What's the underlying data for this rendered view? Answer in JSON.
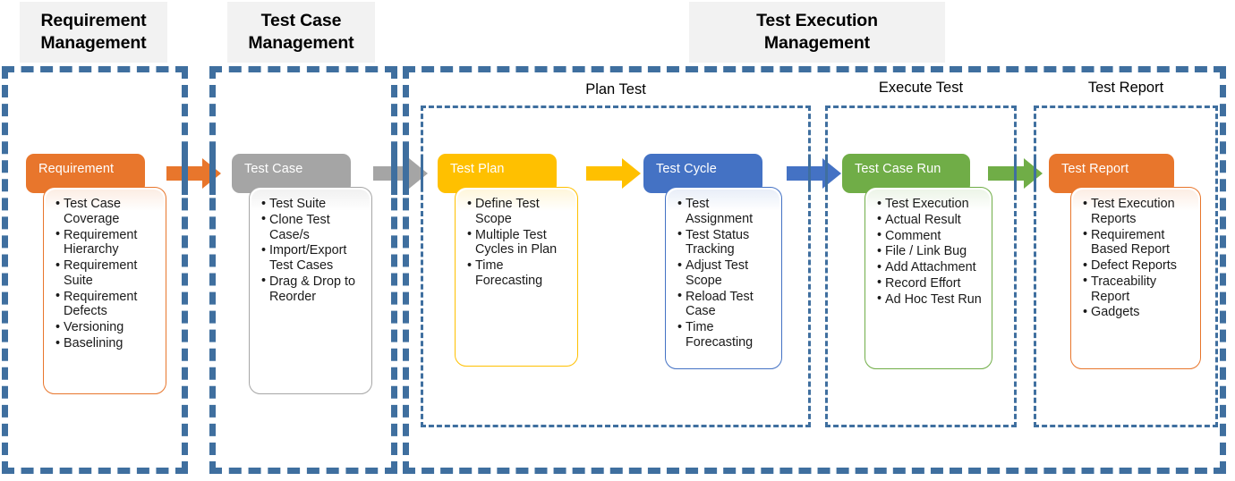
{
  "palette": {
    "orange": "#E8762C",
    "gray": "#A5A5A5",
    "yellow": "#FFC000",
    "blue": "#4472C4",
    "green": "#70AD47",
    "dashed_blue": "#3F6F9F",
    "header_bg": "#F2F2F2",
    "card_bg": "#FFFFFF",
    "text": "#1A1A1A"
  },
  "sections": [
    {
      "label": "Requirement\nManagement",
      "line1": "Requirement",
      "line2": "Management"
    },
    {
      "label": "Test Case\nManagement",
      "line1": "Test Case",
      "line2": "Management"
    },
    {
      "label": "Test Execution\nManagement",
      "line1": "Test Execution",
      "line2": "Management"
    }
  ],
  "subsections": [
    {
      "title": "Plan Test"
    },
    {
      "title": "Execute Test"
    },
    {
      "title": "Test Report"
    }
  ],
  "columns": [
    {
      "id": "requirement",
      "tab_label": "Requirement",
      "color": "#E8762C",
      "items": [
        "Test Case Coverage",
        "Requirement Hierarchy",
        "Requirement Suite",
        "Requirement Defects",
        "Versioning",
        "Baselining"
      ]
    },
    {
      "id": "test-case",
      "tab_label": "Test Case",
      "color": "#A5A5A5",
      "items": [
        "Test Suite",
        "Clone Test Case/s",
        "Import/Export Test Cases",
        "Drag & Drop to Reorder"
      ]
    },
    {
      "id": "test-plan",
      "tab_label": "Test Plan",
      "color": "#FFC000",
      "items": [
        "Define Test Scope",
        "Multiple Test Cycles in Plan",
        "Time Forecasting"
      ]
    },
    {
      "id": "test-cycle",
      "tab_label": "Test Cycle",
      "color": "#4472C4",
      "items": [
        "Test Assignment",
        "Test Status Tracking",
        "Adjust Test Scope",
        "Reload Test Case",
        "Time Forecasting"
      ]
    },
    {
      "id": "test-case-run",
      "tab_label": "Test Case Run",
      "color": "#70AD47",
      "items": [
        "Test Execution",
        "Actual Result",
        "Comment",
        "File / Link Bug",
        "Add Attachment",
        "Record Effort",
        "Ad Hoc Test Run"
      ]
    },
    {
      "id": "test-report",
      "tab_label": "Test Report",
      "color": "#E8762C",
      "items": [
        "Test Execution Reports",
        "Requirement Based Report",
        "Defect Reports",
        "Traceability Report",
        "Gadgets"
      ]
    }
  ],
  "arrows": [
    {
      "id": "arrow-requirement-to-test-case",
      "color": "#E8762C"
    },
    {
      "id": "arrow-test-case-to-test-plan",
      "color": "#A5A5A5"
    },
    {
      "id": "arrow-test-plan-to-test-cycle",
      "color": "#FFC000"
    },
    {
      "id": "arrow-test-cycle-to-test-case-run",
      "color": "#4472C4"
    },
    {
      "id": "arrow-test-case-run-to-test-report",
      "color": "#70AD47"
    }
  ]
}
